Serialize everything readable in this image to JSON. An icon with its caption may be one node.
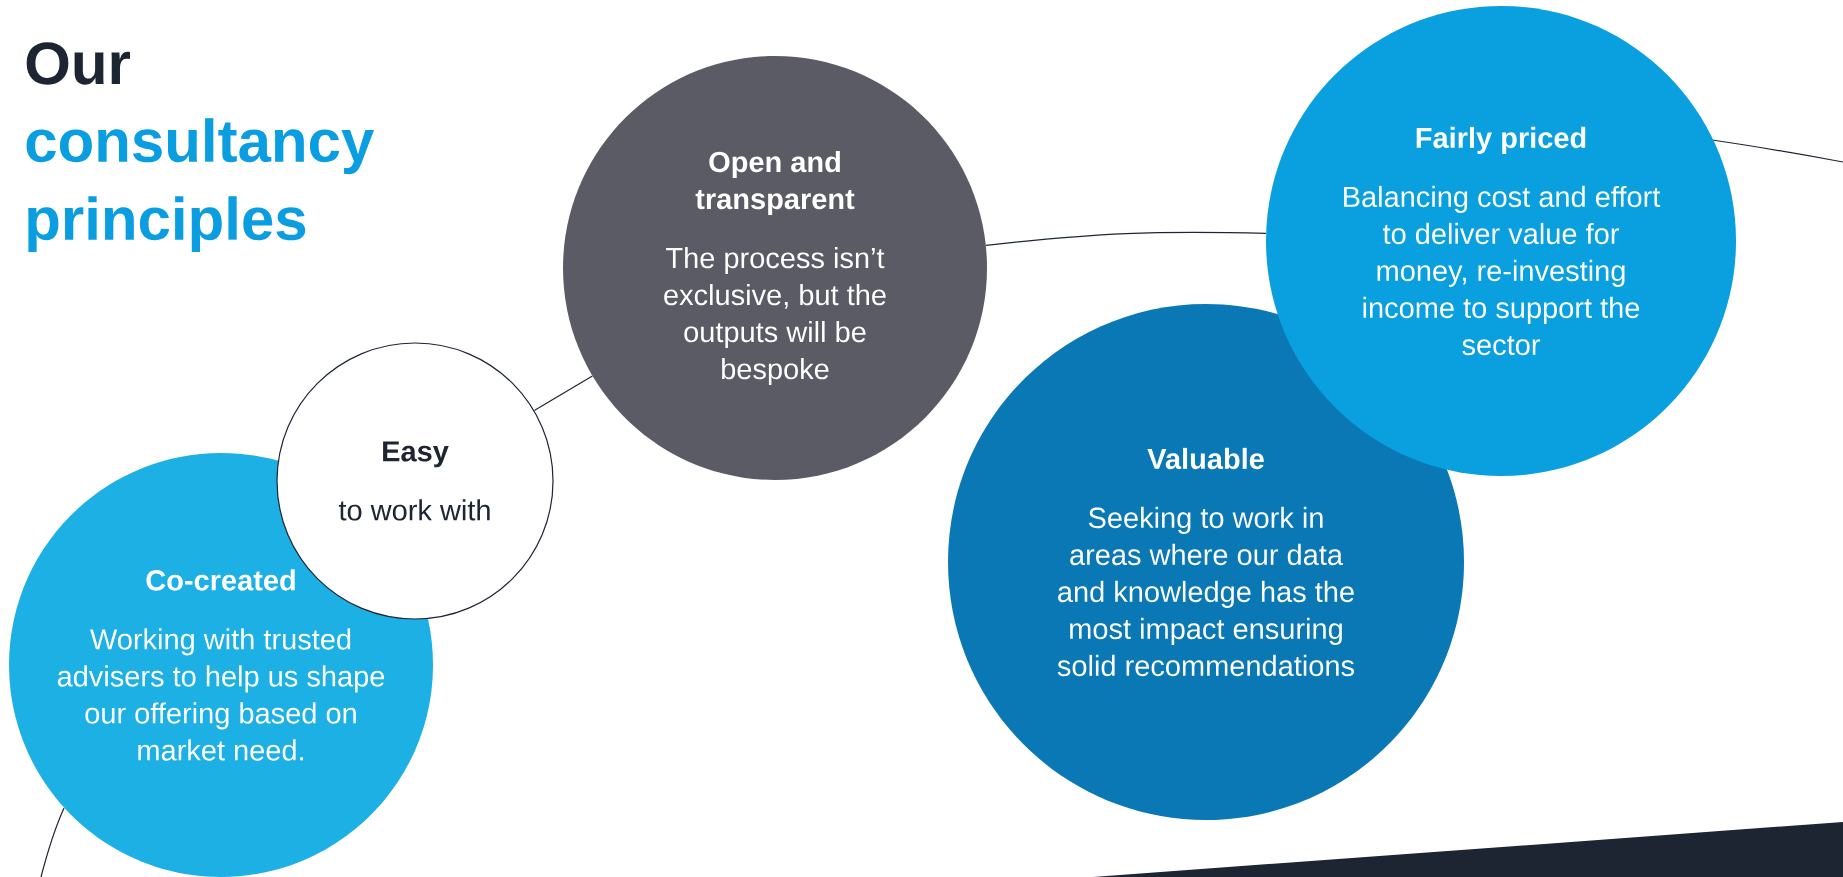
{
  "diagram": {
    "title": "Our",
    "labels": [
      "consultancy principles"
    ],
    "nodes": [
      {
        "text": [
          "Co-created",
          "Working with trusted advisers to help us shape our offering based on market need."
        ]
      },
      {
        "text": [
          "Easy",
          "to work with"
        ]
      },
      {
        "text": [
          "Open and transparent",
          "The process isn’t exclusive, but the outputs will be bespoke"
        ]
      },
      {
        "text": [
          "Valuable",
          "Seeking to work in areas where our data and knowledge has the most impact ensuring solid recommendations"
        ]
      },
      {
        "text": [
          "Fairly priced",
          "Balancing cost and effort to deliver value for money, re-investing income to support the sector"
        ]
      }
    ],
    "edges": [
      {
        "from": 1,
        "to": 2,
        "arrow": "none"
      },
      {
        "from": 2,
        "to": 4,
        "arrow": "none"
      }
    ]
  }
}
